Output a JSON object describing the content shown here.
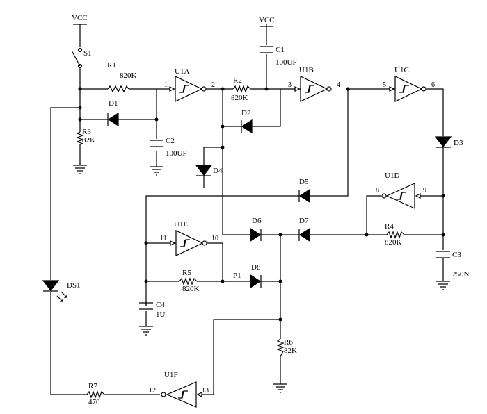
{
  "labels": {
    "vcc_top_left": "VCC",
    "s1": "S1",
    "r1": "R1",
    "r1_val": "820K",
    "u1a": "U1A",
    "pin_1": "1",
    "pin_2": "2",
    "r2": "R2",
    "r2_val": "820K",
    "vcc_top_mid": "VCC",
    "c1": "C1",
    "c1_val": "100UF",
    "u1b": "U1B",
    "pin_3": "3",
    "pin_4": "4",
    "u1c": "U1C",
    "pin_5": "5",
    "pin_6": "6",
    "d1": "D1",
    "r3": "R3",
    "r3_val": "82K",
    "c2": "C2",
    "c2_val": "100UF",
    "d2": "D2",
    "d3": "D3",
    "d4": "D4",
    "d5": "D5",
    "u1d": "U1D",
    "pin_8": "8",
    "pin_9": "9",
    "u1e": "U1E",
    "pin_11": "11",
    "pin_10": "10",
    "d6": "D6",
    "d7": "D7",
    "r4": "R4",
    "r4_val": "820K",
    "c3": "C3",
    "c3_val": "250N",
    "ds1": "DS1",
    "r5": "R5",
    "r5_val": "820K",
    "p1": "P1",
    "d8": "D8",
    "c4": "C4",
    "c4_val": "1U",
    "r6": "R6",
    "r6_val": "82K",
    "u1f": "U1F",
    "pin_12": "12",
    "pin_13": "13",
    "r7": "R7",
    "r7_val": "470"
  }
}
